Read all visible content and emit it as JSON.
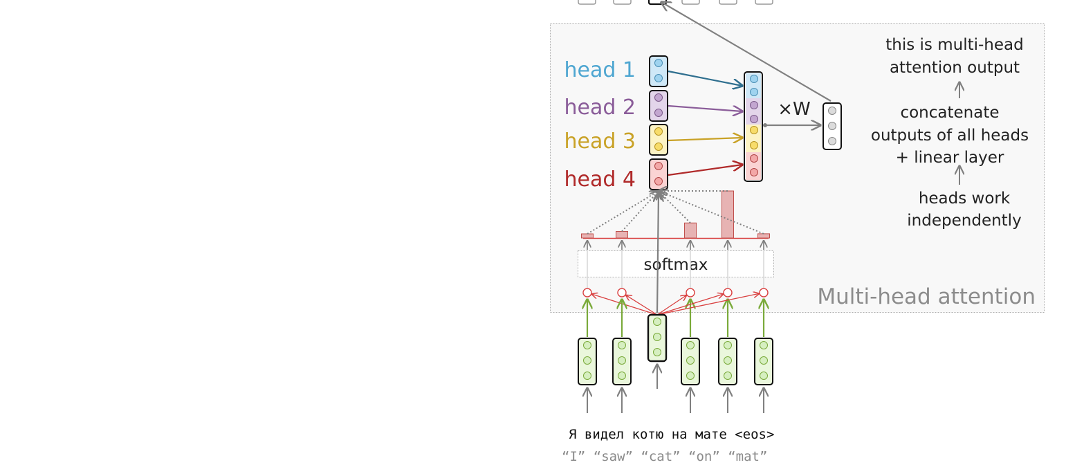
{
  "panel": {
    "title": "Multi-head attention"
  },
  "heads": [
    {
      "label": "head 1",
      "color": "#4ea6d1",
      "fill": "#cfe8f7",
      "dot": "#9fd3ef"
    },
    {
      "label": "head 2",
      "color": "#8a5c99",
      "fill": "#e3d5ea",
      "dot": "#c3a6d0"
    },
    {
      "label": "head 3",
      "color": "#c9a227",
      "fill": "#fcf3c4",
      "dot": "#f7dc6a"
    },
    {
      "label": "head 4",
      "color": "#b02a2a",
      "fill": "#fad3d3",
      "dot": "#f3a8a8"
    }
  ],
  "ops": {
    "softmax": "softmax",
    "linear": "×W"
  },
  "notes": {
    "output": [
      "this is multi-head",
      "attention output"
    ],
    "concat": [
      "concatenate",
      "outputs of all heads",
      "+ linear layer"
    ],
    "independent": [
      "heads work",
      "independently"
    ]
  },
  "sentence": {
    "russian": "Я видел котю на мате <eos>",
    "english": "“I” “saw” “cat” “on” “mat”"
  },
  "attention_weights": [
    0.08,
    0.14,
    0.32,
    1.0,
    0.09
  ],
  "colors": {
    "input_fill": "#eaf7dc",
    "input_dot": "#d6efc0",
    "green_arrow": "#7aaa3a",
    "red": "#d94040",
    "grey_arrow": "#808080",
    "panel_bg": "#f8f8f8",
    "bar_fill": "#e7b3b3",
    "bar_stroke": "#c0504d"
  }
}
